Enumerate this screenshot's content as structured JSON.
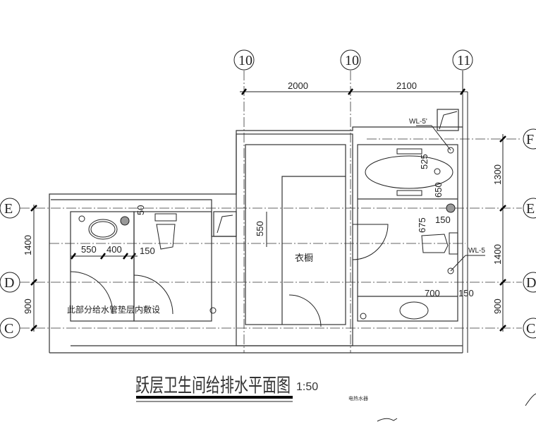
{
  "title": "跃层卫生间给排水平面图",
  "scale": "1:50",
  "room_label": "衣橱",
  "note": "此部分给水管垫层内敷设",
  "small_label": "电热水器",
  "axes": {
    "vertical": [
      "10",
      "10",
      "11"
    ],
    "horizontal_left": [
      "E",
      "D",
      "C"
    ],
    "horizontal_right": [
      "F",
      "E",
      "D",
      "C"
    ]
  },
  "dimensions": {
    "top": [
      "2000",
      "2100"
    ],
    "left": [
      "1400",
      "900"
    ],
    "right": [
      "1300",
      "1400",
      "900"
    ],
    "left_bath": [
      "550",
      "400",
      "150",
      "50"
    ],
    "closet": "550",
    "right_bath": [
      "525",
      "650",
      "675",
      "150",
      "700",
      "150"
    ]
  },
  "pipe_labels": [
    "WL-5'",
    "WL-5"
  ]
}
